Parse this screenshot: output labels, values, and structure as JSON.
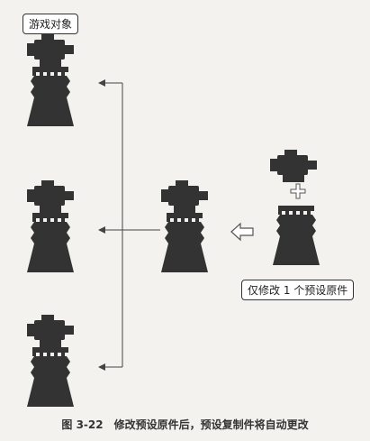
{
  "labels": {
    "game_object": "游戏对象",
    "modify_prefab_only": "仅修改 1 个预设原件"
  },
  "caption": "图 3-22　修改预设原件后，预设复制件将自动更改",
  "colors": {
    "figure": "#333333",
    "line": "#444444",
    "background": "#f3f2ee"
  },
  "icons": {
    "plus": "plus-icon",
    "arrow": "hollow-left-arrow-icon"
  }
}
